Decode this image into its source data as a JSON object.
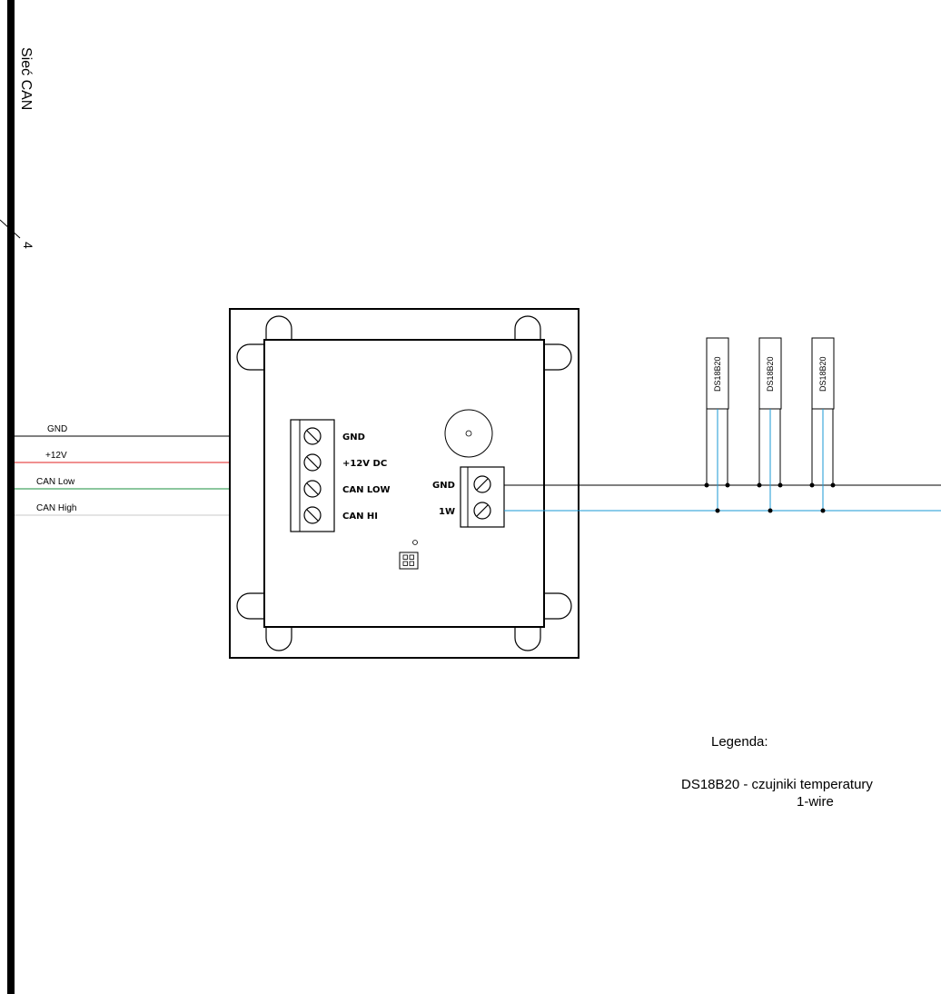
{
  "bus": {
    "title": "Sieć CAN",
    "wire_count": "4",
    "bar_color": "#000000"
  },
  "wires": [
    {
      "label": "GND",
      "color": "#000000"
    },
    {
      "label": "+12V",
      "color": "#e02020"
    },
    {
      "label": "CAN Low",
      "color": "#1a8f3c"
    },
    {
      "label": "CAN High",
      "color": "#c8c8c8"
    }
  ],
  "module": {
    "can_terminal": [
      "GND",
      "+12V DC",
      "CAN LOW",
      "CAN HI"
    ],
    "onewire_terminal": [
      "GND",
      "1W"
    ]
  },
  "onewire_colors": {
    "gnd": "#000000",
    "data": "#1a9ad6"
  },
  "sensors": [
    {
      "label": "DS18B20"
    },
    {
      "label": "DS18B20"
    },
    {
      "label": "DS18B20"
    }
  ],
  "legend": {
    "title": "Legenda:",
    "line1": "DS18B20 - czujniki temperatury",
    "line2": "1-wire"
  }
}
